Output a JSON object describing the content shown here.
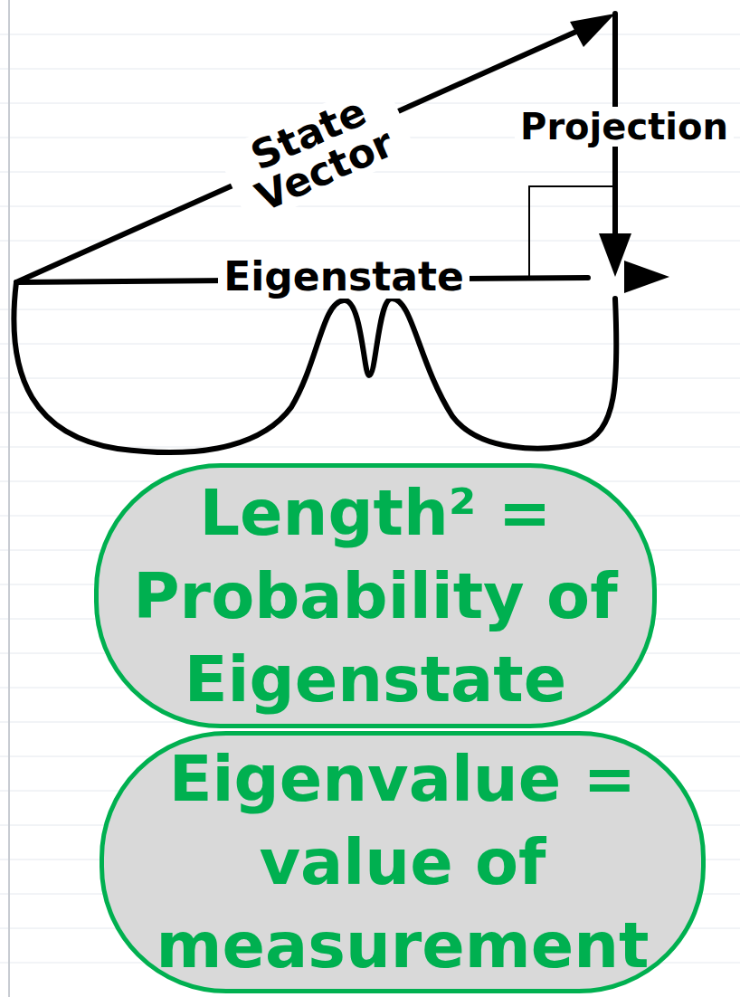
{
  "diagram": {
    "nodes": [
      {
        "text": [
          "Length² = Probability of Eigenstate"
        ]
      },
      {
        "text": [
          "Eigenvalue = value of measurement"
        ]
      }
    ],
    "labels": [
      "State Vector",
      "Projection",
      "Eigenstate"
    ]
  }
}
